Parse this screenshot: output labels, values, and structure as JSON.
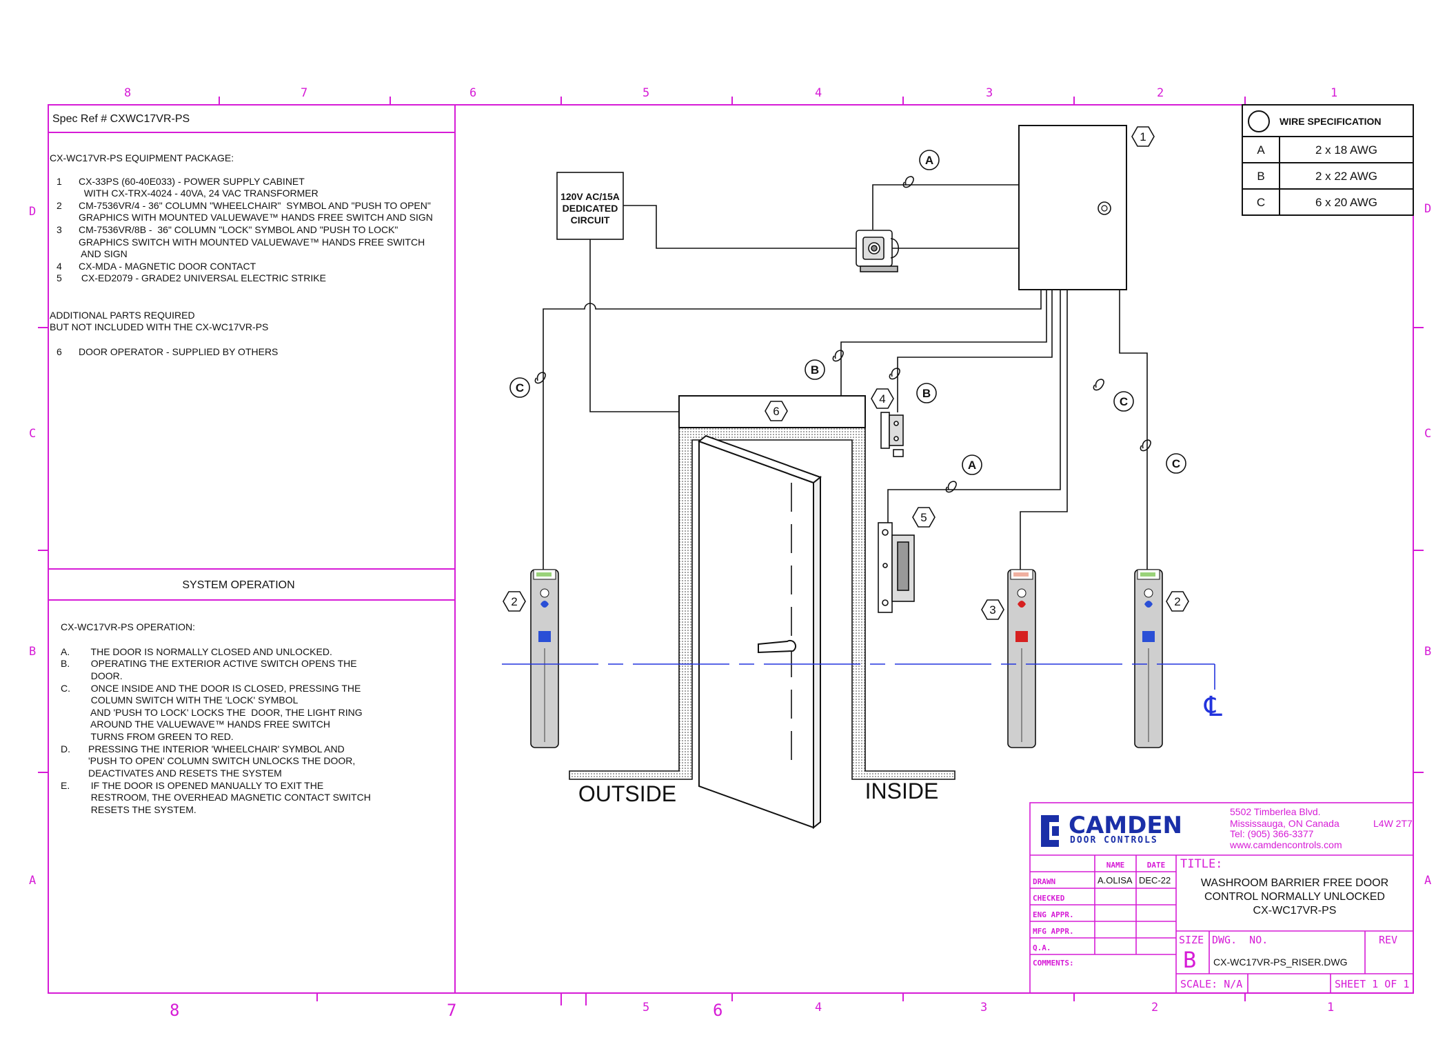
{
  "border": {
    "top_zones": [
      "8",
      "7",
      "6",
      "5",
      "4",
      "3",
      "2",
      "1"
    ],
    "bottom_zones": [
      "8",
      "7",
      "6",
      "5",
      "4",
      "3",
      "2",
      "1"
    ],
    "left_zones": [
      "D",
      "C",
      "B",
      "A"
    ],
    "right_zones": [
      "D",
      "C",
      "B",
      "A"
    ]
  },
  "spec_ref": "Spec Ref # CXWC17VR-PS",
  "package": {
    "title": "CX-WC17VR-PS EQUIPMENT PACKAGE:",
    "lines": [
      {
        "num": "1",
        "text": "CX-33PS (60-40E033) - POWER SUPPLY CABINET"
      },
      {
        "num": "",
        "text": "  WITH CX-TRX-4024 - 40VA, 24 VAC TRANSFORMER"
      },
      {
        "num": "2",
        "text": "CM-7536VR/4 - 36\" COLUMN \"WHEELCHAIR\"  SYMBOL AND \"PUSH TO OPEN\""
      },
      {
        "num": "",
        "text": "GRAPHICS WITH MOUNTED VALUEWAVE™ HANDS FREE SWITCH AND SIGN"
      },
      {
        "num": "3",
        "text": "CM-7536VR/8B -  36\" COLUMN \"LOCK\" SYMBOL AND \"PUSH TO LOCK\""
      },
      {
        "num": "",
        "text": "GRAPHICS SWITCH WITH MOUNTED VALUEWAVE™ HANDS FREE SWITCH"
      },
      {
        "num": "",
        "text": " AND SIGN"
      },
      {
        "num": "4",
        "text": "CX-MDA - MAGNETIC DOOR CONTACT"
      },
      {
        "num": "5",
        "text": " CX-ED2079 - GRADE2 UNIVERSAL ELECTRIC STRIKE"
      }
    ],
    "additional": [
      "ADDITIONAL PARTS REQUIRED",
      "BUT NOT INCLUDED WITH THE CX-WC17VR-PS"
    ],
    "extra_line": {
      "num": "6",
      "text": "DOOR OPERATOR - SUPPLIED BY OTHERS"
    }
  },
  "system_operation": {
    "heading": "SYSTEM OPERATION",
    "title": "CX-WC17VR-PS OPERATION:",
    "lines": [
      {
        "key": "A.",
        "text": "  THE DOOR IS NORMALLY CLOSED AND UNLOCKED."
      },
      {
        "key": "B.",
        "text": "  OPERATING THE EXTERIOR ACTIVE SWITCH OPENS THE"
      },
      {
        "key": "",
        "text": "  DOOR."
      },
      {
        "key": "C.",
        "text": "  ONCE INSIDE AND THE DOOR IS CLOSED, PRESSING THE"
      },
      {
        "key": "",
        "text": "  COLUMN SWITCH WITH THE 'LOCK' SYMBOL"
      },
      {
        "key": "",
        "text": "  AND 'PUSH TO LOCK' LOCKS THE  DOOR, THE LIGHT RING"
      },
      {
        "key": "",
        "text": "  AROUND THE VALUEWAVE™ HANDS FREE SWITCH"
      },
      {
        "key": "",
        "text": "  TURNS FROM GREEN TO RED."
      },
      {
        "key": "D.",
        "text": "PRESSING THE INTERIOR 'WHEELCHAIR' SYMBOL AND"
      },
      {
        "key": "",
        "text": "'PUSH TO OPEN' COLUMN SWITCH UNLOCKS THE DOOR,"
      },
      {
        "key": "",
        "text": "DEACTIVATES AND RESETS THE SYSTEM"
      },
      {
        "key": "E.",
        "text": "  IF THE DOOR IS OPENED MANUALLY TO EXIT THE"
      },
      {
        "key": "",
        "text": "  RESTROOM, THE OVERHEAD MAGNETIC CONTACT SWITCH"
      },
      {
        "key": "",
        "text": "  RESETS THE SYSTEM."
      }
    ]
  },
  "wire_spec": {
    "title": "WIRE SPECIFICATION",
    "rows": [
      {
        "code": "A",
        "spec": "2 x 18 AWG"
      },
      {
        "code": "B",
        "spec": "2 x 22 AWG"
      },
      {
        "code": "C",
        "spec": "6 x 20 AWG"
      }
    ]
  },
  "diagram": {
    "circuit_box": [
      "120V AC/15A",
      "DEDICATED",
      "CIRCUIT"
    ],
    "outside_label": "OUTSIDE",
    "inside_label": "INSIDE",
    "centerline_symbol": "℄",
    "item_tags": [
      "1",
      "2",
      "2",
      "3",
      "4",
      "5",
      "6"
    ],
    "wire_tags": [
      "A",
      "A",
      "B",
      "B",
      "C",
      "C",
      "C"
    ]
  },
  "title_block": {
    "brand": "CAMDEN",
    "brand_sub": "DOOR CONTROLS",
    "address": [
      "5502 Timberlea Blvd.",
      "Mississauga, ON  Canada",
      "Tel: (905) 366-3377",
      "www.camdencontrols.com"
    ],
    "postal": "L4W 2T7",
    "col_name": "NAME",
    "col_date": "DATE",
    "rows": [
      "DRAWN",
      "CHECKED",
      "ENG APPR.",
      "MFG APPR.",
      "Q.A.",
      "COMMENTS:"
    ],
    "drawn_name": "A.OLISA",
    "drawn_date": "DEC-22",
    "title_label": "TITLE:",
    "title_lines": [
      "WASHROOM BARRIER FREE DOOR",
      "CONTROL NORMALLY UNLOCKED",
      "CX-WC17VR-PS"
    ],
    "size_label": "SIZE",
    "size_value": "B",
    "dwg_label": "DWG.  NO.",
    "dwg_value": "CX-WC17VR-PS_RISER.DWG",
    "rev_label": "REV",
    "scale": "SCALE: N/A",
    "sheet": "SHEET 1 OF 1"
  },
  "colors": {
    "border": "#d61bd6",
    "line": "#111111",
    "centerline": "#2233dd",
    "brand": "#1a2fa8"
  }
}
